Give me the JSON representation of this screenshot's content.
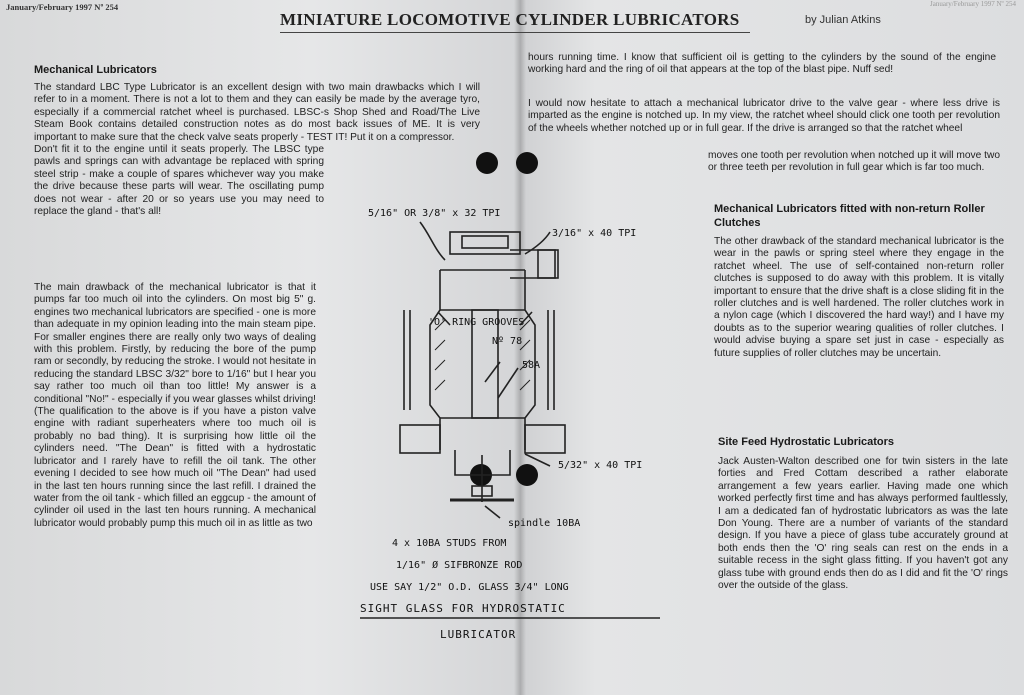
{
  "header": {
    "issue_left": "January/February 1997  Nº 254",
    "issue_right": "January/February 1997  Nº 254",
    "title": "MINIATURE LOCOMOTIVE CYLINDER LUBRICATORS",
    "byline": "by Julian Atkins"
  },
  "left_column": {
    "heading": "Mechanical Lubricators",
    "para1": "The standard LBC Type Lubricator is an excellent design with two main drawbacks which I will refer to in a moment. There is not a lot to them and they can easily be made by the average tyro, especially if a commercial ratchet wheel is purchased. LBSC-s Shop Shed and Road/The Live Steam Book contains detailed construction notes as do most back issues of ME. It is very important to make sure that the check valve seats properly - TEST IT! Put it on a compressor. Don't fit it to the engine until it seats properly. The LBSC type pawls and springs can with advantage be replaced with spring steel strip - make a couple of spares whichever way you make the drive because these parts will wear. The oscillating pump does not wear - after 20 or so years use you may need to replace the gland - that's all!",
    "para2": "The main drawback of the mechanical lubricator is that it pumps far too much oil into the cylinders. On most big 5\" g. engines two mechanical lubricators are specified - one is more than adequate in my opinion leading into the main steam pipe. For smaller engines there are really only two ways of dealing with this problem. Firstly, by reducing the bore of the pump ram or secondly, by reducing the stroke. I would not hesitate in reducing the standard LBSC 3/32\" bore to 1/16\" but I hear you say rather too much oil than too little! My answer is a conditional \"No!\" - especially if you wear glasses whilst driving! (The qualification to the above is if you have a piston valve engine with radiant superheaters where too much oil is probably no bad thing). It is surprising how little oil the cylinders need. \"The Dean\" is fitted with a hydrostatic lubricator and I rarely have to refill the oil tank. The other evening I decided to see how much oil \"The Dean\" had used in the last ten hours running since the last refill. I drained the water from the oil tank - which filled an eggcup - the amount of cylinder oil used in the last ten hours running. A mechanical lubricator would probably pump this much oil in as little as two"
  },
  "right_column": {
    "para1": "hours running time. I know that sufficient oil is getting to the cylinders by the sound of the engine working hard and the ring of oil that appears at the top of the blast pipe. Nuff sed!",
    "para2a": "I would now hesitate to attach a mechanical lubricator drive to the valve gear - where less drive is imparted as the engine is notched up. In my view, the ratchet wheel should click one tooth per revolution of the wheels whether notched up or in full gear. If the drive is arranged so that the ratchet wheel",
    "para2b": "moves one tooth per revolution when notched up it will move two or three teeth per revolution in full gear which is far too much.",
    "heading2": "Mechanical Lubricators fitted with non-return Roller Clutches",
    "para3": "The other drawback of the standard mechanical lubricator is the wear in the pawls or spring steel where they engage in the ratchet wheel. The use of self-contained non-return roller clutches is supposed to do away with this problem. It is vitally important to ensure that the drive shaft is a close sliding fit in the roller clutches and is well hardened. The roller clutches work in a nylon cage (which I discovered the hard way!) and I have my doubts as to the superior wearing qualities of roller clutches. I would advise buying a spare set just in case - especially as future supplies of roller clutches may be uncertain.",
    "heading3": "Site Feed Hydrostatic Lubricators",
    "para4": "Jack Austen-Walton described one for twin sisters in the late forties and Fred Cottam described a rather elaborate arrangement a few years earlier. Having made one which worked perfectly first time and has always performed faultlessly, I am a dedicated fan of hydrostatic lubricators as was the late Don Young. There are a number of variants of the standard design. If you have a piece of glass tube accurately ground at both ends then the 'O' ring seals can rest on the ends in a suitable recess in the sight glass fitting. If you haven't got any glass tube with ground ends then do as I did and fit the 'O' rings over the outside of the glass."
  },
  "diagram": {
    "label_top_left": "5/16\" OR 3/8\" x 32 TPI",
    "label_top_right": "3/16\" x 40 TPI",
    "label_grooves": "'O' RING GROOVES",
    "label_no": "Nº 78",
    "label_58a": "58A",
    "label_lower_right": "5/32\" x 40 TPI",
    "label_spindle": "spindle 10BA",
    "note1": "4 x 10BA STUDS FROM",
    "note2": "1/16\" Ø SIFBRONZE ROD",
    "note3": "USE SAY 1/2\" O.D. GLASS 3/4\" LONG",
    "caption1": "SIGHT GLASS FOR HYDROSTATIC",
    "caption2": "LUBRICATOR"
  }
}
